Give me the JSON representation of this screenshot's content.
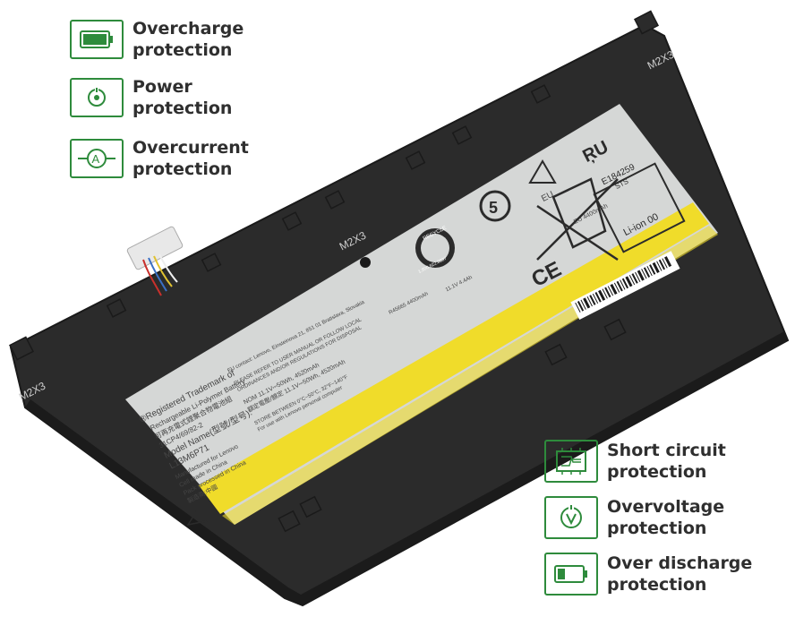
{
  "features_left": [
    {
      "label": "Overcharge\nprotection",
      "icon": "battery-full-icon"
    },
    {
      "label": "Power\nprotection",
      "icon": "power-icon"
    },
    {
      "label": "Overcurrent\nprotection",
      "icon": "ammeter-icon"
    }
  ],
  "features_right": [
    {
      "label": "Short circuit\nprotection",
      "icon": "circuit-board-icon"
    },
    {
      "label": "Overvoltage\nprotection",
      "icon": "voltmeter-icon"
    },
    {
      "label": "Over discharge\nprotection",
      "icon": "battery-low-icon"
    }
  ],
  "battery": {
    "screw_marks": [
      "M2X3",
      "M2X3",
      "M2X3"
    ],
    "trademark": "®Registered Trademark of",
    "type": "Rechargeable Li-Polymer Battery",
    "type_cn": "可再充電式鋰聚合物電池組",
    "part": "31CP4/69/82-2",
    "model_label": "Model Name(型號/型号):",
    "model": "L13M6P71",
    "manufactured": "Manufactured for Lenovo",
    "made_in": "Cell made in China",
    "pack": "Pack processed in China",
    "made_cn": "製造商:中國",
    "eu_contact": "EU contact: Lenovo, Einsteinova 21, 851 01 Bratislava, Slovakia",
    "recycle_note": "PLEASE REFER TO USER MANUAL OR FOLLOW LOCAL",
    "ordinances": "ORDINANCES AND/OR REGULATIONS FOR DISPOSAL",
    "nominal": "NOM 11.1V⎓50Wh, 4520mAh",
    "rated": "額定電壓/額定 11.1V⎓50Wh, 4520mAh",
    "store": "STORE BETWEEN 0°C~50°C, 32°F~140°F",
    "use_for": "For use with Lenovo personal computer",
    "recycle_phone": "1.800.822.8837",
    "recycle_word": "RECYCLE",
    "rating_small": "R45665\n4400mAh",
    "ul_file": "E184259",
    "sts": "STS",
    "li_ion": "Li-ion 00",
    "eu_label": "EU",
    "eu_mah": "EU 4400mAh",
    "voltage_small": "11.1V  4.4Ah"
  }
}
